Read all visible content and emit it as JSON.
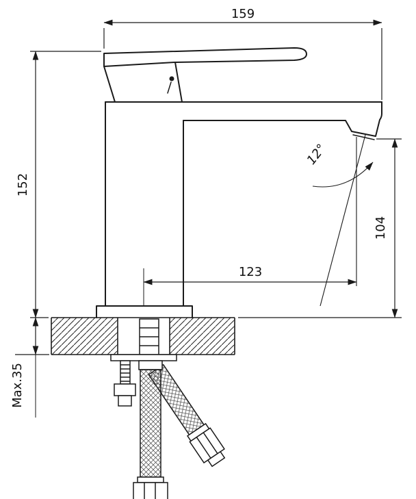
{
  "drawing": {
    "title": "basin-faucet-dimension-drawing",
    "labels": {
      "width_total": "159",
      "height_total": "152",
      "spout_reach": "123",
      "spout_height": "104",
      "spray_angle": "12°",
      "max_thickness": "Max.35"
    },
    "colors": {
      "line": "#1a1a1a",
      "background": "#ffffff"
    }
  }
}
